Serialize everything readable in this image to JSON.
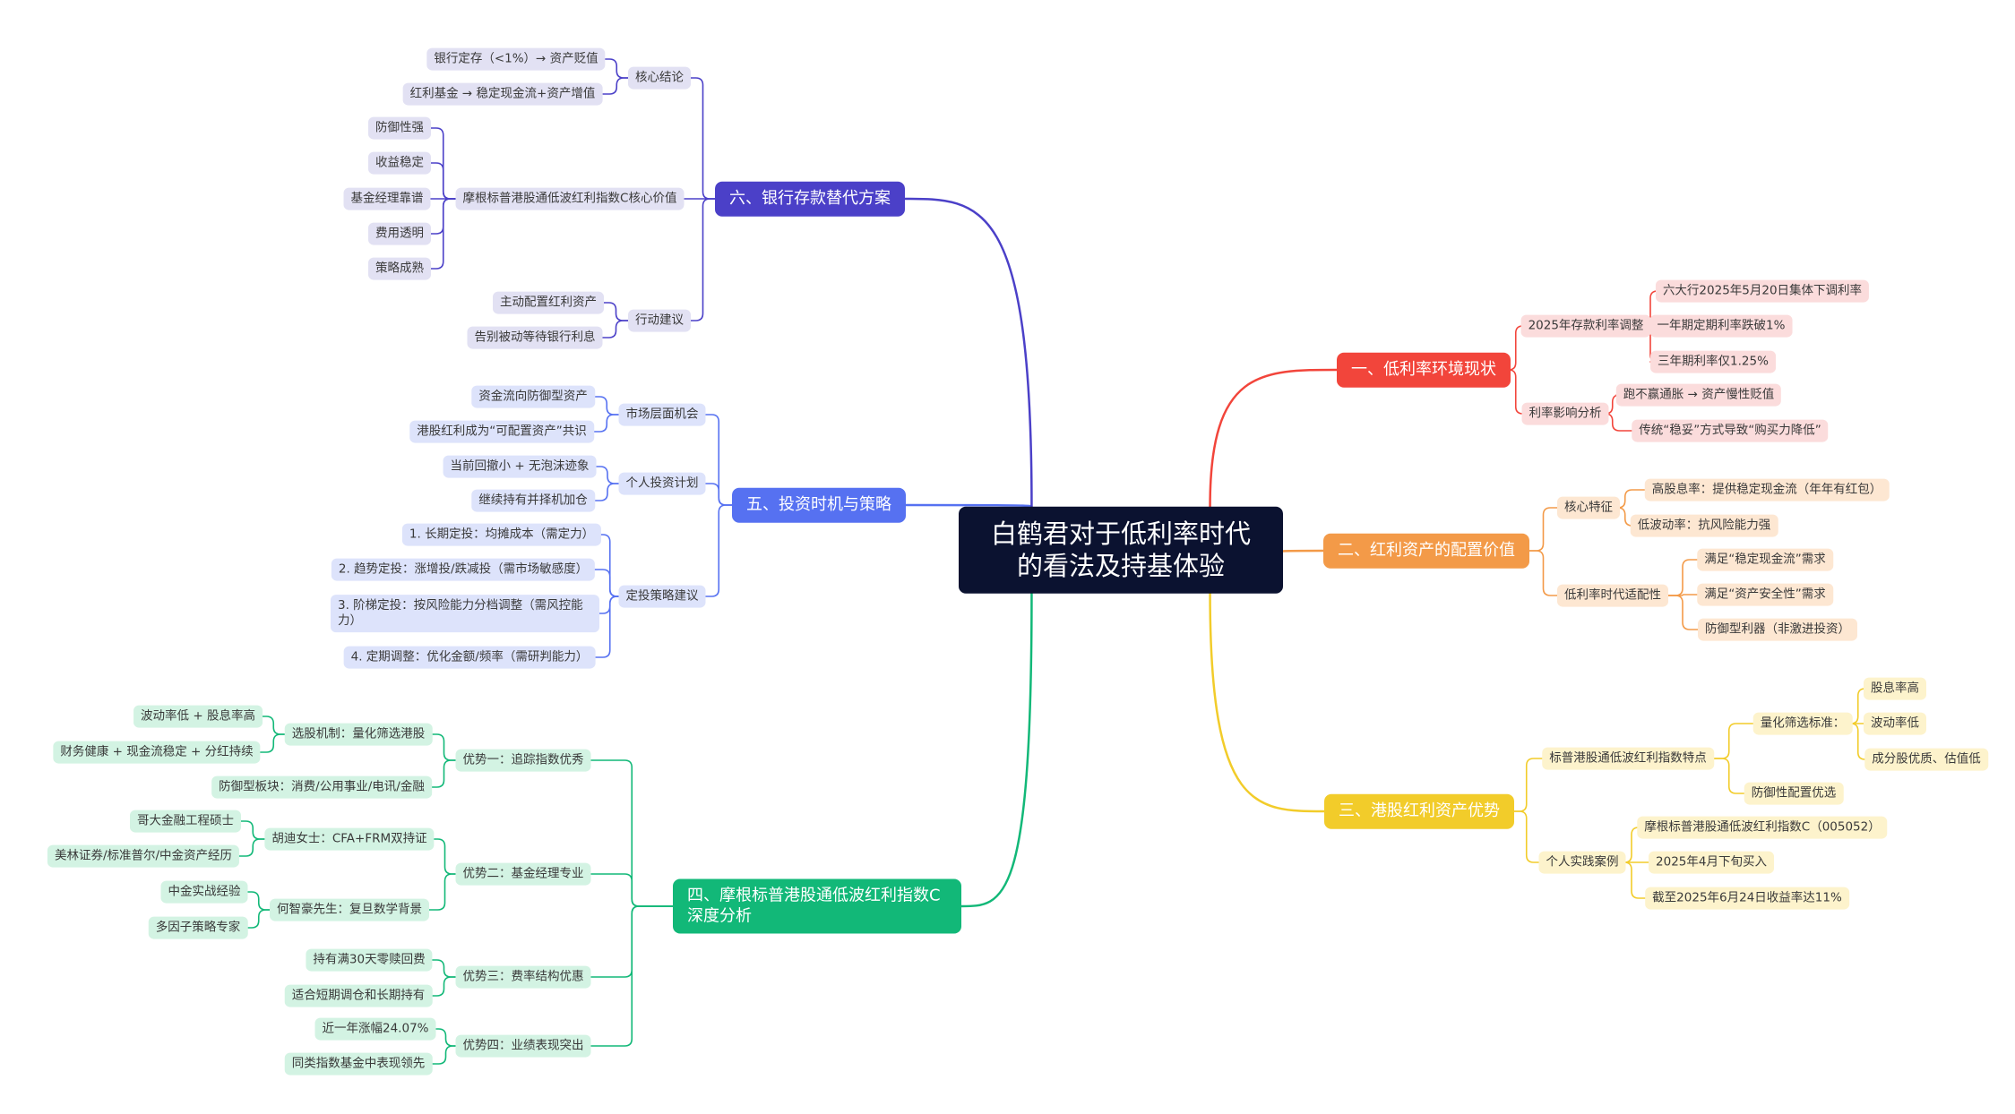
{
  "root": {
    "title": "白鹤君对于低利率时代的看法及持基体验"
  },
  "colors": {
    "root": "#0b1230",
    "b1": "#f2453b",
    "b1_light": "#fbdcdc",
    "b2": "#f39a48",
    "b2_light": "#fde7d2",
    "b3": "#f2cc2a",
    "b3_light": "#fdf3cc",
    "b4": "#12b878",
    "b4_light": "#d3f3e3",
    "b5": "#5671f1",
    "b5_light": "#dde3fb",
    "b6": "#4b40c8",
    "b6_light": "#e2e1f3"
  },
  "b1": {
    "label": "一、低利率环境现状",
    "a": {
      "label": "2025年存款利率调整",
      "items": [
        "六大行2025年5月20日集体下调利率",
        "一年期定期利率跌破1%",
        "三年期利率仅1.25%"
      ]
    },
    "b": {
      "label": "利率影响分析",
      "items": [
        "跑不赢通胀 → 资产慢性贬值",
        "传统“稳妥”方式导致“购买力降低”"
      ]
    }
  },
  "b2": {
    "label": "二、红利资产的配置价值",
    "a": {
      "label": "核心特征",
      "items": [
        "高股息率：提供稳定现金流（年年有红包）",
        "低波动率：抗风险能力强"
      ]
    },
    "b": {
      "label": "低利率时代适配性",
      "items": [
        "满足“稳定现金流”需求",
        "满足“资产安全性”需求",
        "防御型利器（非激进投资）"
      ]
    }
  },
  "b3": {
    "label": "三、港股红利资产优势",
    "a": {
      "label": "标普港股通低波红利指数特点",
      "quant": {
        "label": "量化筛选标准：",
        "items": [
          "股息率高",
          "波动率低",
          "成分股优质、估值低"
        ]
      },
      "defense": "防御性配置优选"
    },
    "b": {
      "label": "个人实践案例",
      "items": [
        "摩根标普港股通低波红利指数C（005052）",
        "2025年4月下旬买入",
        "截至2025年6月24日收益率达11%"
      ]
    }
  },
  "b4": {
    "label": "四、摩根标普港股通低波红利指数C深度分析",
    "a": {
      "label": "优势一：追踪指数优秀",
      "sub": {
        "label": "选股机制：量化筛选港股",
        "items": [
          "波动率低 + 股息率高",
          "财务健康 + 现金流稳定 + 分红持续"
        ]
      },
      "leaf": "防御型板块：消费/公用事业/电讯/金融"
    },
    "b": {
      "label": "优势二：基金经理专业",
      "sub1": {
        "label": "胡迪女士：CFA+FRM双持证",
        "items": [
          "哥大金融工程硕士",
          "美林证券/标准普尔/中金资产经历"
        ]
      },
      "sub2": {
        "label": "何智豪先生：复旦数学背景",
        "items": [
          "中金实战经验",
          "多因子策略专家"
        ]
      }
    },
    "c": {
      "label": "优势三：费率结构优惠",
      "items": [
        "持有满30天零赎回费",
        "适合短期调仓和长期持有"
      ]
    },
    "d": {
      "label": "优势四：业绩表现突出",
      "items": [
        "近一年涨幅24.07%",
        "同类指数基金中表现领先"
      ]
    }
  },
  "b5": {
    "label": "五、投资时机与策略",
    "a": {
      "label": "市场层面机会",
      "items": [
        "资金流向防御型资产",
        "港股红利成为“可配置资产”共识"
      ]
    },
    "b": {
      "label": "个人投资计划",
      "items": [
        "当前回撤小 + 无泡沫迹象",
        "继续持有并择机加仓"
      ]
    },
    "c": {
      "label": "定投策略建议",
      "items": [
        "1. 长期定投：均摊成本（需定力）",
        "2. 趋势定投：涨增投/跌减投（需市场敏感度）",
        "3. 阶梯定投：按风险能力分档调整（需风控能力）",
        "4. 定期调整：优化金额/频率（需研判能力）"
      ]
    }
  },
  "b6": {
    "label": "六、银行存款替代方案",
    "a": {
      "label": "核心结论",
      "items": [
        "银行定存（<1%）→ 资产贬值",
        "红利基金 → 稳定现金流+资产增值"
      ]
    },
    "b": {
      "label": "摩根标普港股通低波红利指数C核心价值",
      "items": [
        "防御性强",
        "收益稳定",
        "基金经理靠谱",
        "费用透明",
        "策略成熟"
      ]
    },
    "c": {
      "label": "行动建议",
      "items": [
        "主动配置红利资产",
        "告别被动等待银行利息"
      ]
    }
  }
}
